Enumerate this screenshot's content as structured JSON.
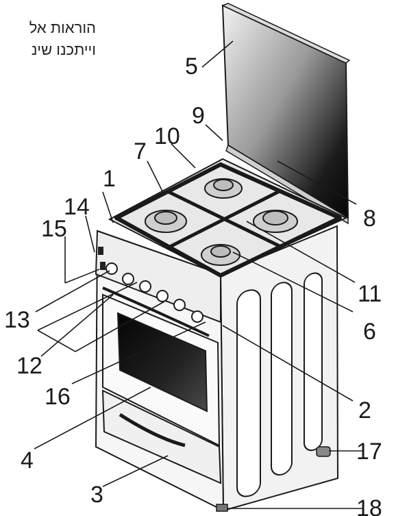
{
  "caption": {
    "line1": "הוראות אל",
    "line2": "וייתכנו שינ"
  },
  "callouts": [
    "1",
    "2",
    "3",
    "4",
    "5",
    "6",
    "7",
    "8",
    "9",
    "10",
    "11",
    "12",
    "13",
    "14",
    "15",
    "16",
    "17",
    "18"
  ],
  "colors": {
    "line": "#1a1a1a",
    "lid_dark": "#0c0c0c",
    "lid_light": "#e6e6e6",
    "body": "#f4f4f4",
    "shade": "#d6d6d6",
    "window": "#111111"
  },
  "icons": [
    "gas-stove-illustration"
  ]
}
